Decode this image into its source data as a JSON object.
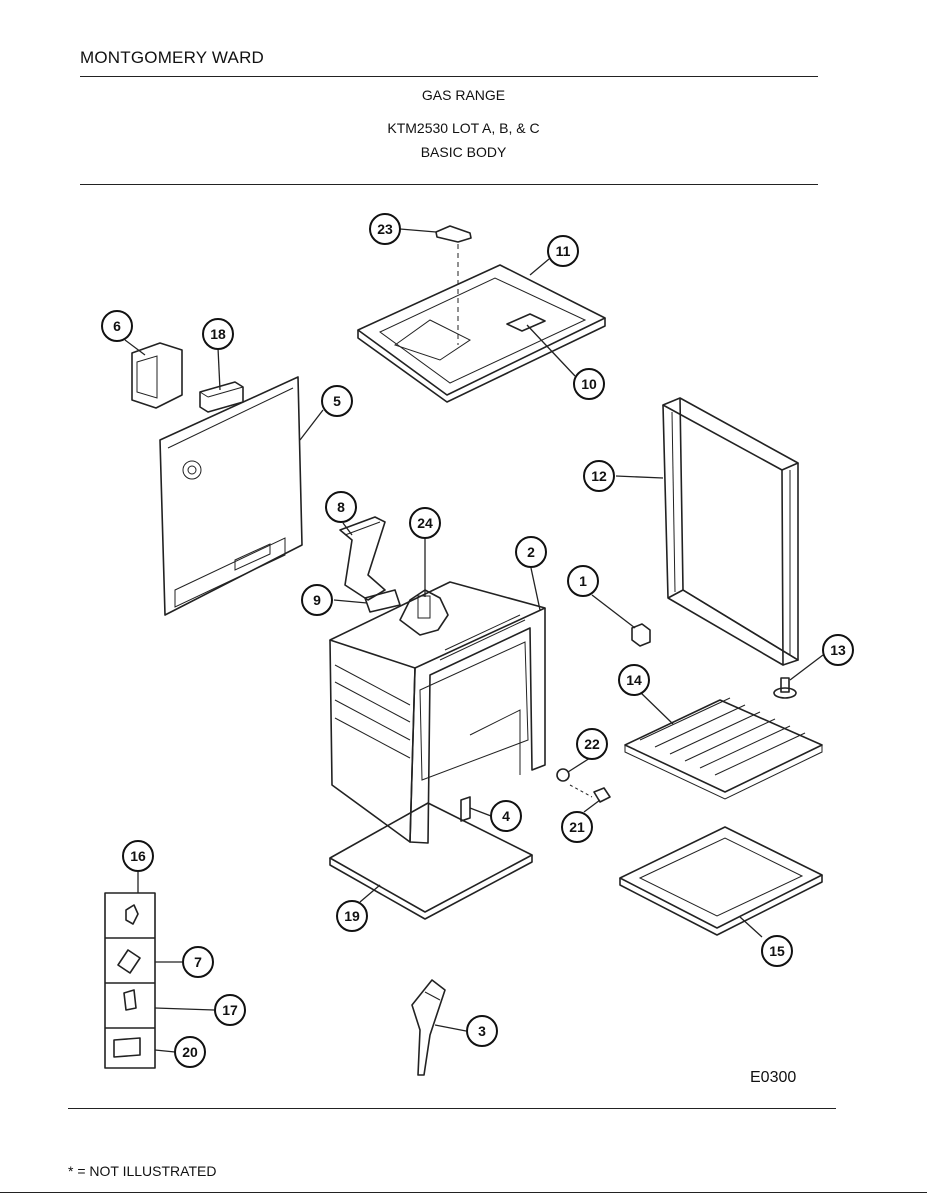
{
  "header": {
    "brand": "MONTGOMERY WARD",
    "title": "GAS RANGE",
    "model": "KTM2530 LOT A, B, & C",
    "section": "BASIC BODY"
  },
  "figure_code": "E0300",
  "footnote": "* = NOT ILLUSTRATED",
  "callouts": [
    {
      "id": "c23",
      "label": "23"
    },
    {
      "id": "c11",
      "label": "11"
    },
    {
      "id": "c6",
      "label": "6"
    },
    {
      "id": "c18",
      "label": "18"
    },
    {
      "id": "c10",
      "label": "10"
    },
    {
      "id": "c5",
      "label": "5"
    },
    {
      "id": "c12",
      "label": "12"
    },
    {
      "id": "c8",
      "label": "8"
    },
    {
      "id": "c24",
      "label": "24"
    },
    {
      "id": "c2",
      "label": "2"
    },
    {
      "id": "c1",
      "label": "1"
    },
    {
      "id": "c9",
      "label": "9"
    },
    {
      "id": "c13",
      "label": "13"
    },
    {
      "id": "c14",
      "label": "14"
    },
    {
      "id": "c22",
      "label": "22"
    },
    {
      "id": "c4",
      "label": "4"
    },
    {
      "id": "c21",
      "label": "21"
    },
    {
      "id": "c16",
      "label": "16"
    },
    {
      "id": "c19",
      "label": "19"
    },
    {
      "id": "c7",
      "label": "7"
    },
    {
      "id": "c15",
      "label": "15"
    },
    {
      "id": "c17",
      "label": "17"
    },
    {
      "id": "c3",
      "label": "3"
    },
    {
      "id": "c20",
      "label": "20"
    }
  ]
}
